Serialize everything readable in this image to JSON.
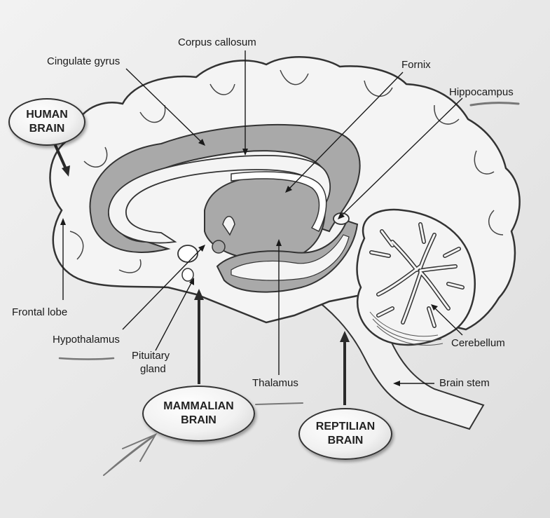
{
  "labels": {
    "corpus_callosum": "Corpus callosum",
    "cingulate_gyrus": "Cingulate gyrus",
    "fornix": "Fornix",
    "hippocampus": "Hippocampus",
    "frontal_lobe": "Frontal lobe",
    "hypothalamus": "Hypothalamus",
    "pituitary_line1": "Pituitary",
    "pituitary_line2": "gland",
    "thalamus": "Thalamus",
    "cerebellum": "Cerebellum",
    "brain_stem": "Brain stem"
  },
  "ovals": {
    "human": {
      "line1": "HUMAN",
      "line2": "BRAIN"
    },
    "mammalian": {
      "line1": "MAMMALIAN",
      "line2": "BRAIN"
    },
    "reptilian": {
      "line1": "REPTILIAN",
      "line2": "BRAIN"
    }
  },
  "colors": {
    "cortex_fill": "#f4f4f4",
    "limbic_fill": "#a9a9a9",
    "outline": "#333333"
  }
}
